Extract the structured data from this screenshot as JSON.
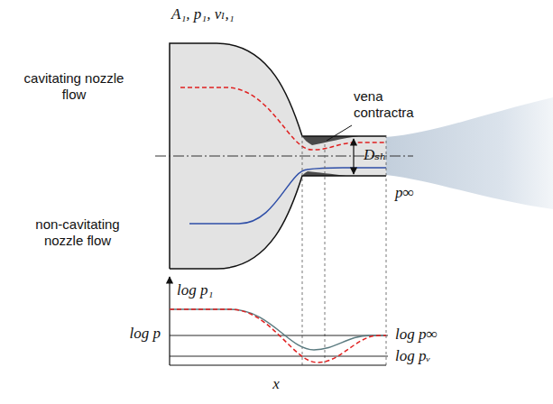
{
  "diagram": {
    "labels": [
      "A₁, p₁, vₗ,₁",
      "cavitating nozzle flow",
      "non-cavitating nozzle flow",
      "vena contractra",
      "Dₛₕ",
      "p∞",
      "log p₁",
      "log p",
      "log p∞",
      "log pᵥ",
      "x"
    ]
  }
}
